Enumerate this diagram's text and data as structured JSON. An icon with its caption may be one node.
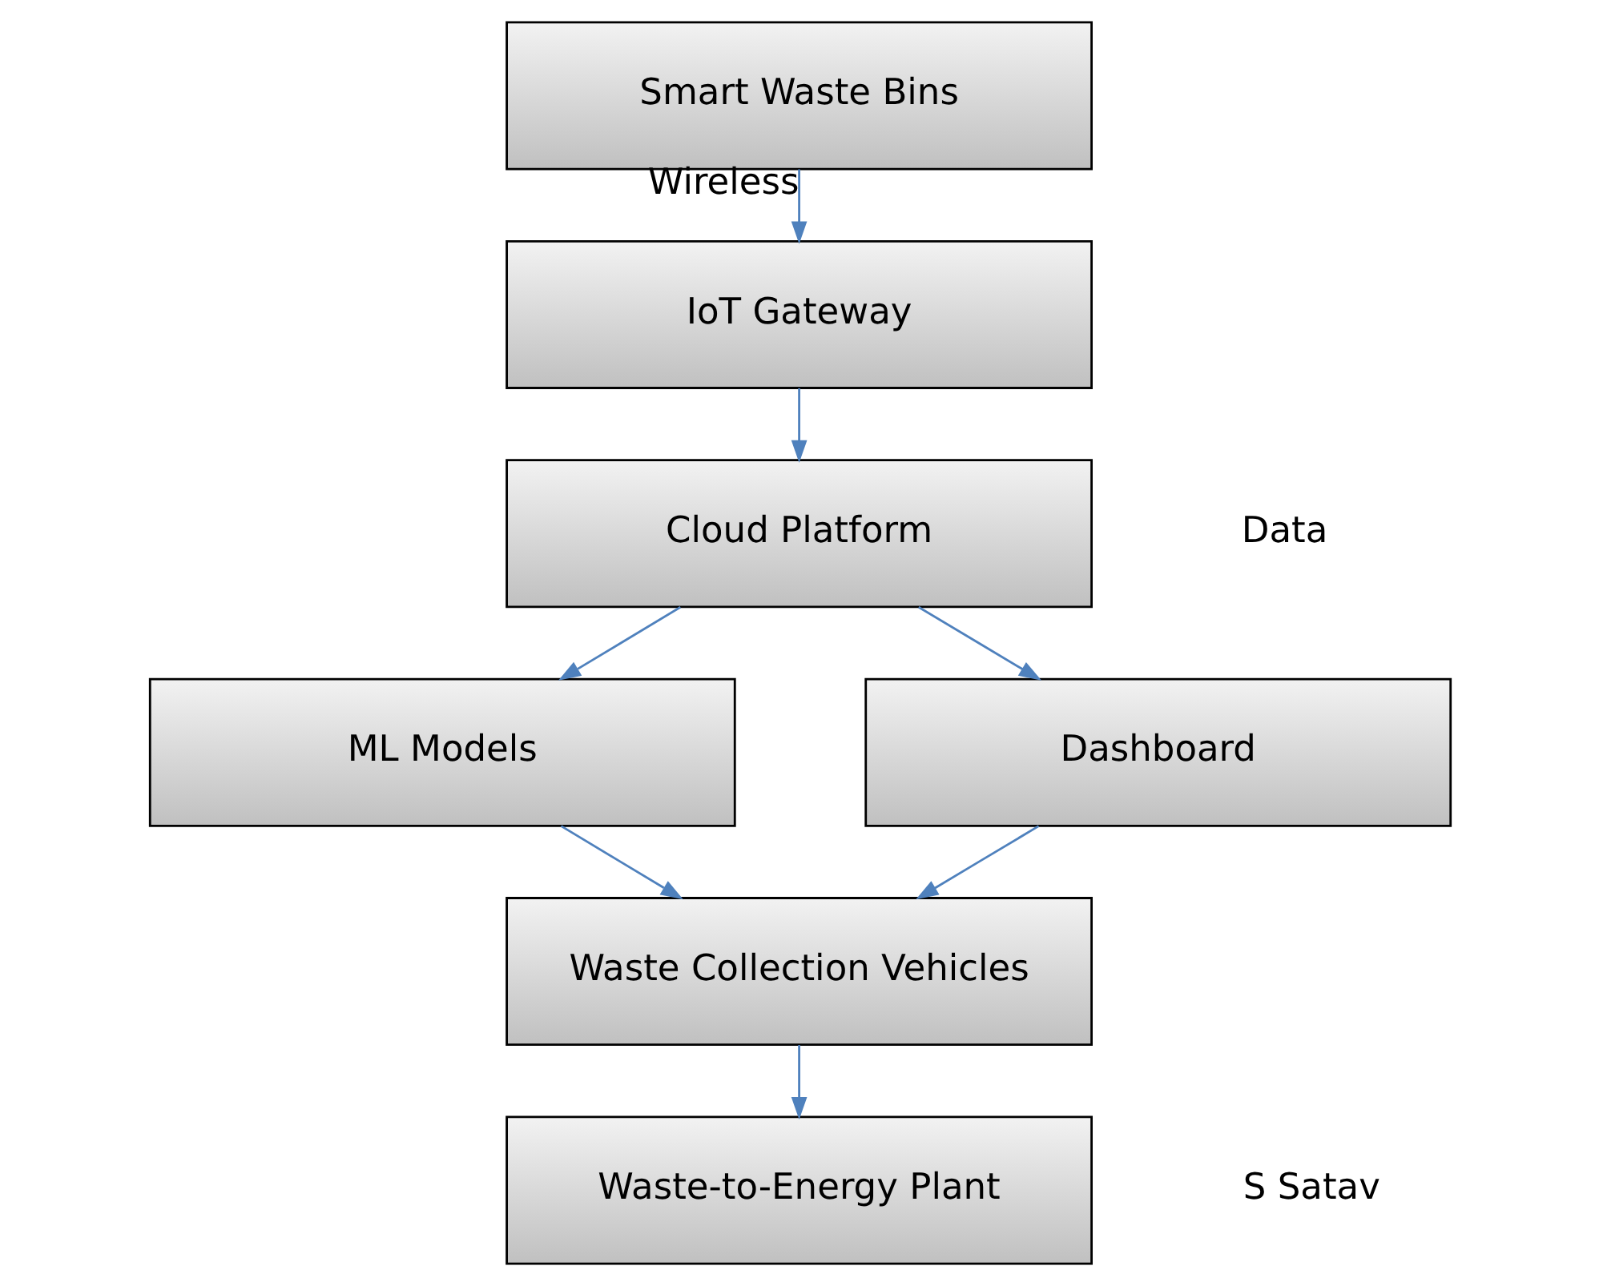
{
  "diagram": {
    "nodes": [
      {
        "text": [
          "Smart Waste Bins"
        ]
      },
      {
        "text": [
          "IoT Gateway"
        ]
      },
      {
        "text": [
          "Cloud Platform"
        ]
      },
      {
        "text": [
          "ML Models"
        ]
      },
      {
        "text": [
          "Dashboard"
        ]
      },
      {
        "text": [
          "Waste Collection Vehicles"
        ]
      },
      {
        "text": [
          "Waste-to-Energy Plant"
        ]
      }
    ],
    "edges": [
      {
        "from": 0,
        "to": 1,
        "arrow": "to",
        "label": "Wireless"
      },
      {
        "from": 1,
        "to": 2,
        "arrow": "to"
      },
      {
        "from": 2,
        "to": 3,
        "arrow": "to"
      },
      {
        "from": 2,
        "to": 4,
        "arrow": "to"
      },
      {
        "from": 3,
        "to": 5,
        "arrow": "to"
      },
      {
        "from": 4,
        "to": 5,
        "arrow": "to"
      },
      {
        "from": 5,
        "to": 6,
        "arrow": "to"
      }
    ],
    "labels": [
      "Data",
      "S Satav"
    ]
  }
}
